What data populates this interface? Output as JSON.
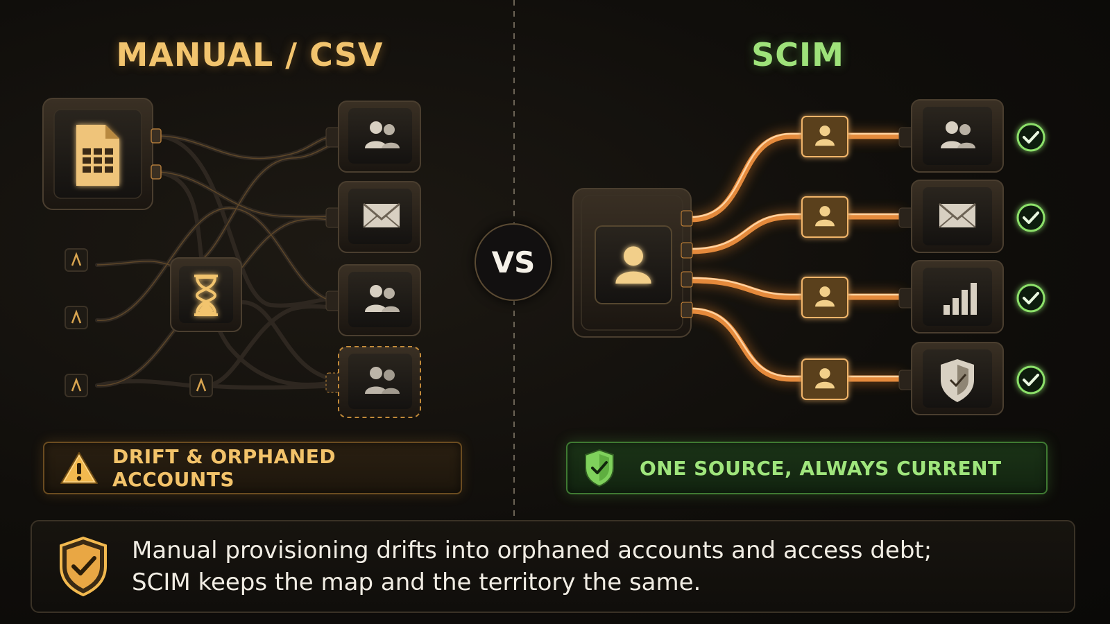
{
  "titles": {
    "left": "MANUAL / CSV",
    "right": "SCIM"
  },
  "vs_label": "VS",
  "banners": {
    "left": {
      "text": "DRIFT & ORPHANED ACCOUNTS",
      "icon": "warning-icon"
    },
    "right": {
      "text": "ONE SOURCE, ALWAYS CURRENT",
      "icon": "shield-check-icon"
    }
  },
  "footer": {
    "line1": "Manual provisioning drifts into orphaned accounts and access debt;",
    "line2": "SCIM keeps the map and the territory the same.",
    "icon": "shield-check-icon"
  },
  "manual_side": {
    "source_icon": "spreadsheet-icon",
    "middle_icon": "hourglass-icon",
    "targets": [
      "users-icon",
      "mail-icon",
      "users-icon",
      "users-icon"
    ]
  },
  "scim_side": {
    "source_icon": "user-icon",
    "connector_icon": "user-icon",
    "targets": [
      "users-icon",
      "mail-icon",
      "bar-chart-icon",
      "shield-icon"
    ],
    "status_icon": "check-circle-icon"
  },
  "colors": {
    "amber": "#f2c46e",
    "green": "#9ee27a",
    "copper": "#e0873a",
    "background": "#0e0c09"
  }
}
